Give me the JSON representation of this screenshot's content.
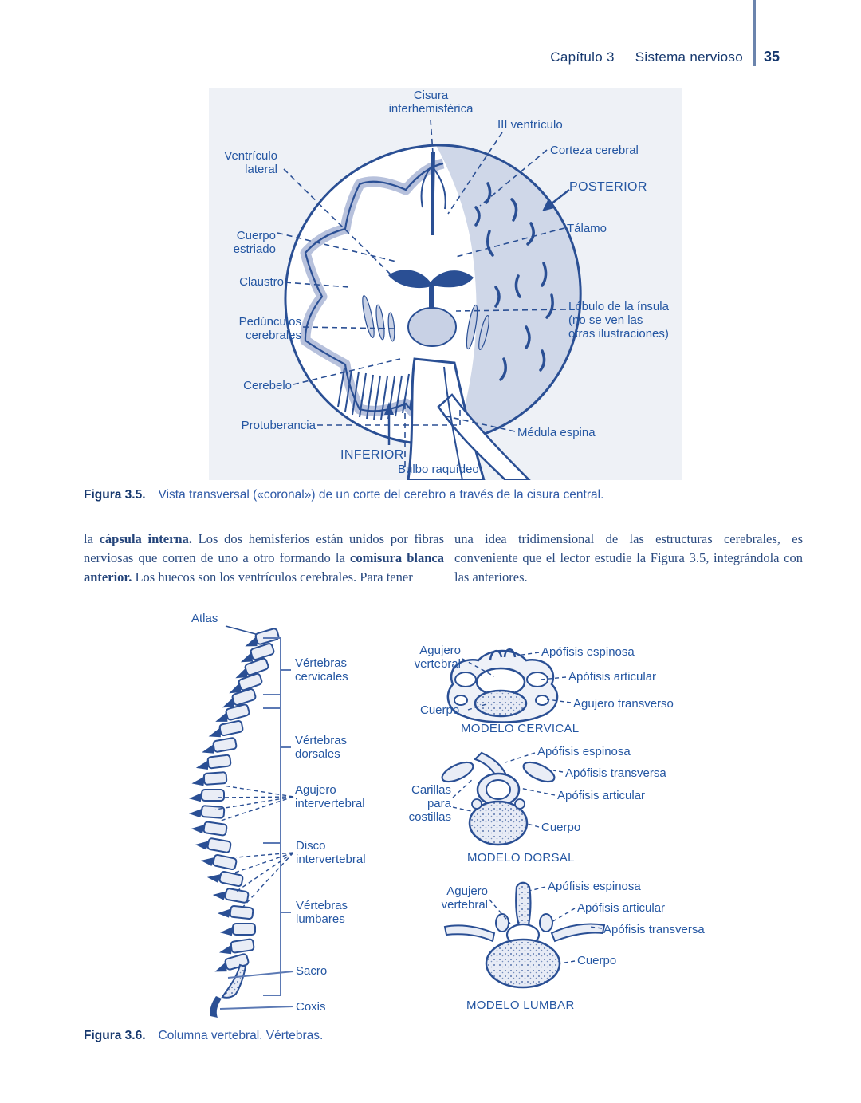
{
  "header": {
    "chapter": "Capítulo 3",
    "section": "Sistema nervioso",
    "page_number": "35"
  },
  "figure35": {
    "labels": {
      "cisura": "Cisura\ninterhemisférica",
      "iii_ventriculo": "III ventrículo",
      "ventriculo_lateral": "Ventrículo\nlateral",
      "corteza": "Corteza cerebral",
      "posterior": "POSTERIOR",
      "talamo": "Tálamo",
      "cuerpo_estriado": "Cuerpo\nestriado",
      "claustro": "Claustro",
      "lobulo_insula": "Lóbulo de la ínsula\n(no se ven las\notras ilustraciones)",
      "pedunculos": "Pedúnculos\ncerebrales",
      "cerebelo": "Cerebelo",
      "protuberancia": "Protuberancia",
      "inferior": "INFERIOR",
      "medula_espina": "Médula espina",
      "bulbo": "Bulbo raquídeo"
    },
    "caption_label": "Figura 3.5.",
    "caption_text": "Vista transversal («coronal») de un corte del cerebro a través de la cisura central."
  },
  "body": {
    "left_segments": [
      {
        "t": "la ",
        "b": false
      },
      {
        "t": "cápsula interna.",
        "b": true
      },
      {
        "t": " Los dos hemisferios están unidos por fibras nerviosas que corren de uno a otro formando la ",
        "b": false
      },
      {
        "t": "comisura blanca anterior.",
        "b": true
      },
      {
        "t": " Los huecos son los ventrículos cerebrales. Para tener",
        "b": false
      }
    ],
    "right_segments": [
      {
        "t": "una idea tridimensional de las estructuras cerebrales, es conveniente que el lector estudie la Figura 3.5, integrándola con las anteriores.",
        "b": false
      }
    ]
  },
  "figure36": {
    "spine_labels": {
      "atlas": "Atlas",
      "vertebras_cervicales": "Vértebras\ncervicales",
      "vertebras_dorsales": "Vértebras\ndorsales",
      "agujero_intervertebral": "Agujero\nintervertebral",
      "disco_intervertebral": "Disco\nintervertebral",
      "vertebras_lumbares": "Vértebras\nlumbares",
      "sacro": "Sacro",
      "coxis": "Coxis"
    },
    "cervical": {
      "agujero_vertebral": "Agujero\nvertebral",
      "apofisis_espinosa": "Apófisis espinosa",
      "apofisis_articular": "Apófisis articular",
      "agujero_transverso": "Agujero transverso",
      "cuerpo": "Cuerpo",
      "title": "MODELO CERVICAL"
    },
    "dorsal": {
      "apofisis_espinosa": "Apófisis espinosa",
      "apofisis_transversa": "Apófisis transversa",
      "apofisis_articular": "Apófisis articular",
      "carillas": "Carillas\npara\ncostillas",
      "cuerpo": "Cuerpo",
      "title": "MODELO DORSAL"
    },
    "lumbar": {
      "apofisis_espinosa": "Apófisis espinosa",
      "agujero_vertebral": "Agujero\nvertebral",
      "apofisis_articular": "Apófisis articular",
      "apofisis_transversa": "Apófisis transversa",
      "cuerpo": "Cuerpo",
      "title": "MODELO LUMBAR"
    },
    "caption_label": "Figura 3.6.",
    "caption_text": "Columna vertebral. Vértebras."
  },
  "colors": {
    "ink": "#16386e",
    "label_blue": "#2456a2",
    "illustration": "#2a4f94",
    "accent_bar": "#6b84ad"
  }
}
